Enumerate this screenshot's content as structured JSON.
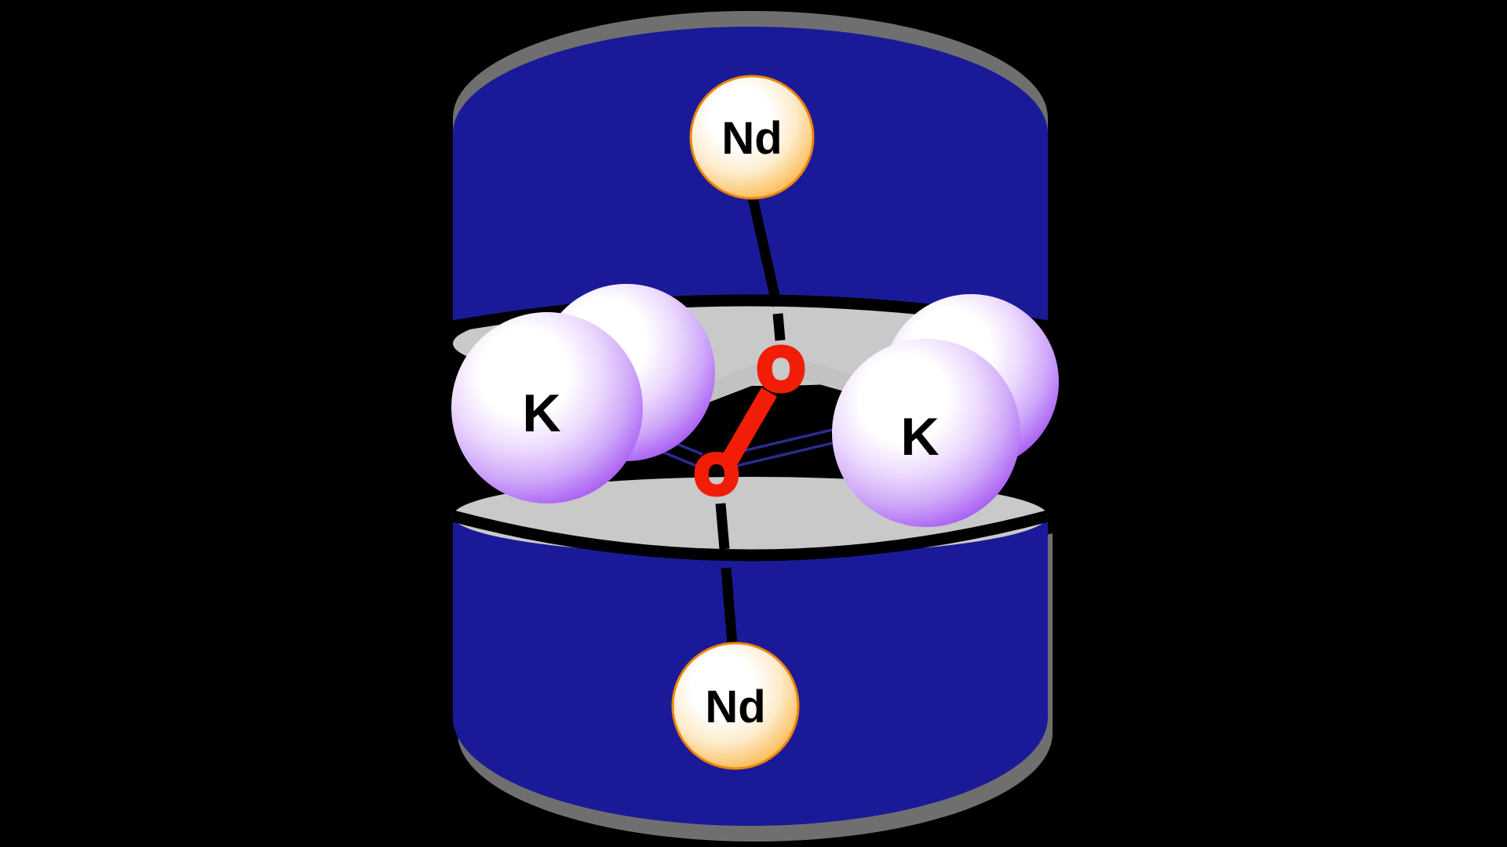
{
  "figure": {
    "atoms": {
      "nd_top": {
        "label": "Nd"
      },
      "nd_bottom": {
        "label": "Nd"
      },
      "k_left": {
        "label": "K"
      },
      "k_right": {
        "label": "K"
      },
      "o_upper": {
        "label": "O"
      },
      "o_lower": {
        "label": "O"
      }
    },
    "colors": {
      "slab_blue": "#1a1a99",
      "plane_gray": "#c9c9c9",
      "shadow_gray": "#6f6f6f",
      "potassium_purple": "#8827ec",
      "neodymium_orange": "#f78d14",
      "oxygen_red": "#f21d06",
      "bond_black": "#000000"
    }
  }
}
